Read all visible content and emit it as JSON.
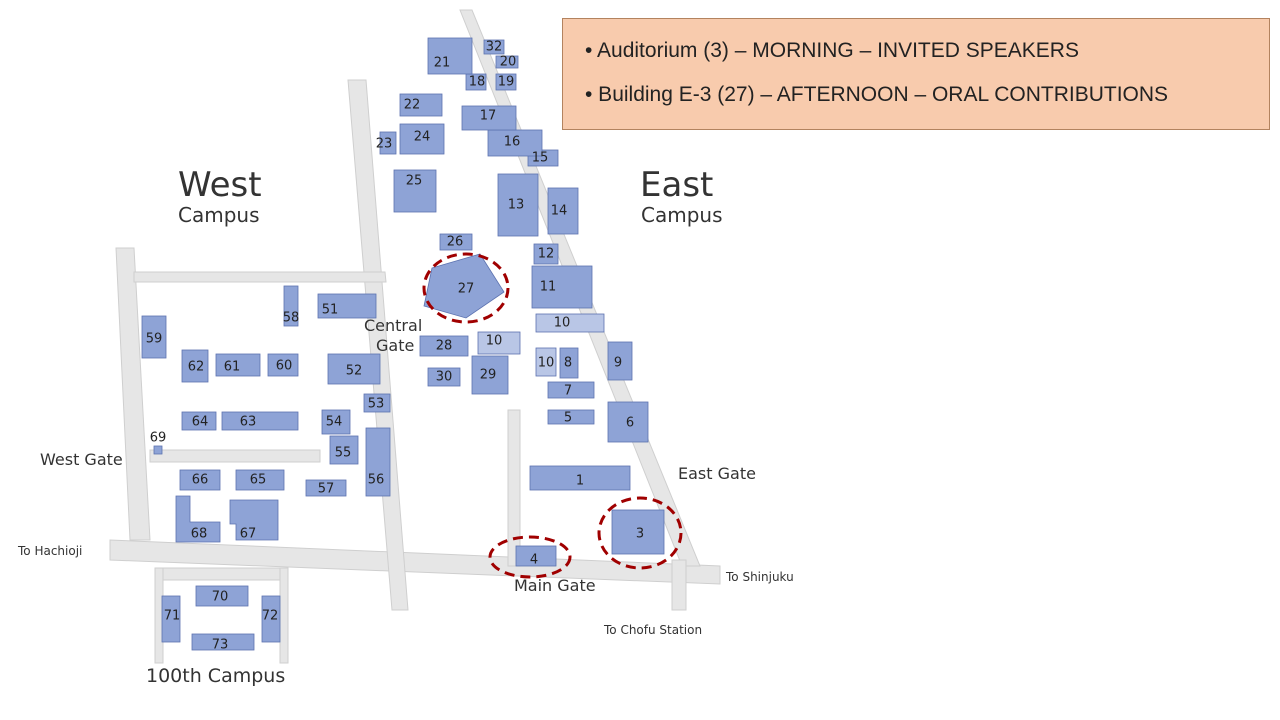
{
  "legend": {
    "items": [
      "• Auditorium (3) – MORNING – INVITED  SPEAKERS",
      "• Building E-3 (27) – AFTERNOON – ORAL CONTRIBUTIONS"
    ]
  },
  "map": {
    "campus_west": "West",
    "campus_west_sub": "Campus",
    "campus_east": "East",
    "campus_east_sub": "Campus",
    "campus_100th": "100th Campus",
    "gate_central_1": "Central",
    "gate_central_2": "Gate",
    "gate_west": "West Gate",
    "gate_east": "East Gate",
    "gate_main": "Main Gate",
    "to_hachioji": "To Hachioji",
    "to_shinjuku": "To Shinjuku",
    "to_chofu": "To Chofu Station",
    "building_fill": "#8ea3d6",
    "highlight_color": "#a00000",
    "buildings": [
      "1",
      "3",
      "4",
      "5",
      "6",
      "7",
      "8",
      "9",
      "10",
      "10",
      "10",
      "11",
      "12",
      "13",
      "14",
      "15",
      "16",
      "17",
      "18",
      "19",
      "20",
      "21",
      "22",
      "23",
      "24",
      "25",
      "26",
      "27",
      "28",
      "29",
      "30",
      "32",
      "51",
      "52",
      "53",
      "54",
      "55",
      "56",
      "57",
      "58",
      "59",
      "60",
      "61",
      "62",
      "63",
      "64",
      "65",
      "66",
      "67",
      "68",
      "69",
      "70",
      "71",
      "72",
      "73"
    ],
    "highlighted": [
      "27",
      "3",
      "4"
    ]
  }
}
